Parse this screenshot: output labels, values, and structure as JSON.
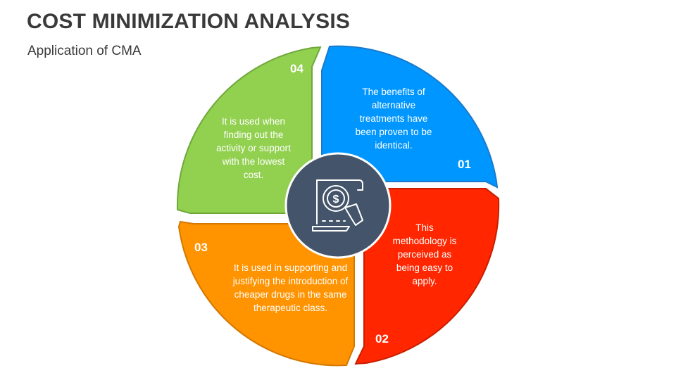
{
  "title": "COST MINIMIZATION ANALYSIS",
  "subtitle": "Application of CMA",
  "center_icon": "dollar-document-search-icon",
  "segments": [
    {
      "number": "01",
      "text": "The benefits of alternative treatments have been proven to be identical.",
      "color": "#0096FF"
    },
    {
      "number": "02",
      "text": "This methodology is perceived as being easy to apply.",
      "color": "#FF2600"
    },
    {
      "number": "03",
      "text": "It is used in supporting and justifying the introduction of cheaper drugs in the same therapeutic class.",
      "color": "#FF9300"
    },
    {
      "number": "04",
      "text": "It is used when finding out the activity or support with the lowest cost.",
      "color": "#92D050"
    }
  ],
  "center_color": "#44546A"
}
